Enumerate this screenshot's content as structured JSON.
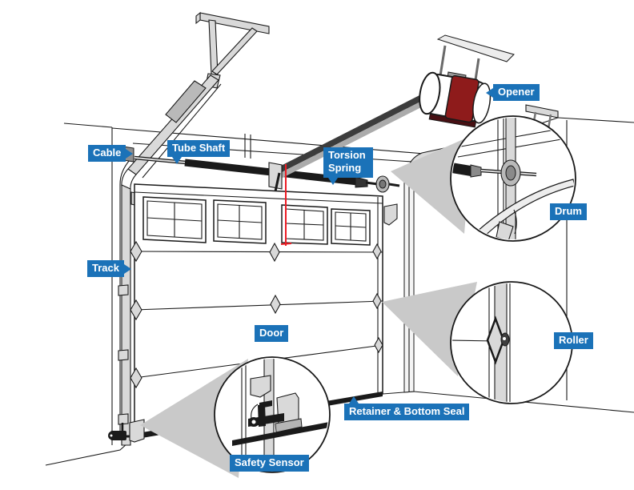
{
  "diagram": {
    "labels": {
      "cable": "Cable",
      "tube_shaft": "Tube Shaft",
      "torsion_spring": "Torsion Spring",
      "opener": "Opener",
      "drum": "Drum",
      "track": "Track",
      "door": "Door",
      "roller": "Roller",
      "retainer_bottom_seal": "Retainer & Bottom Seal",
      "safety_sensor": "Safety Sensor"
    },
    "colors": {
      "label_bg": "#1b72b8",
      "label_text": "#ffffff",
      "line": "#1a1a1a",
      "metal_gray": "#d9d9d9",
      "metal_dark": "#b9b9b9",
      "cone_gray": "#c9c9c9",
      "opener_red": "#8e1b1b",
      "opener_shadow": "#471013",
      "highlight_red": "#ed1c24",
      "background": "#ffffff"
    }
  }
}
